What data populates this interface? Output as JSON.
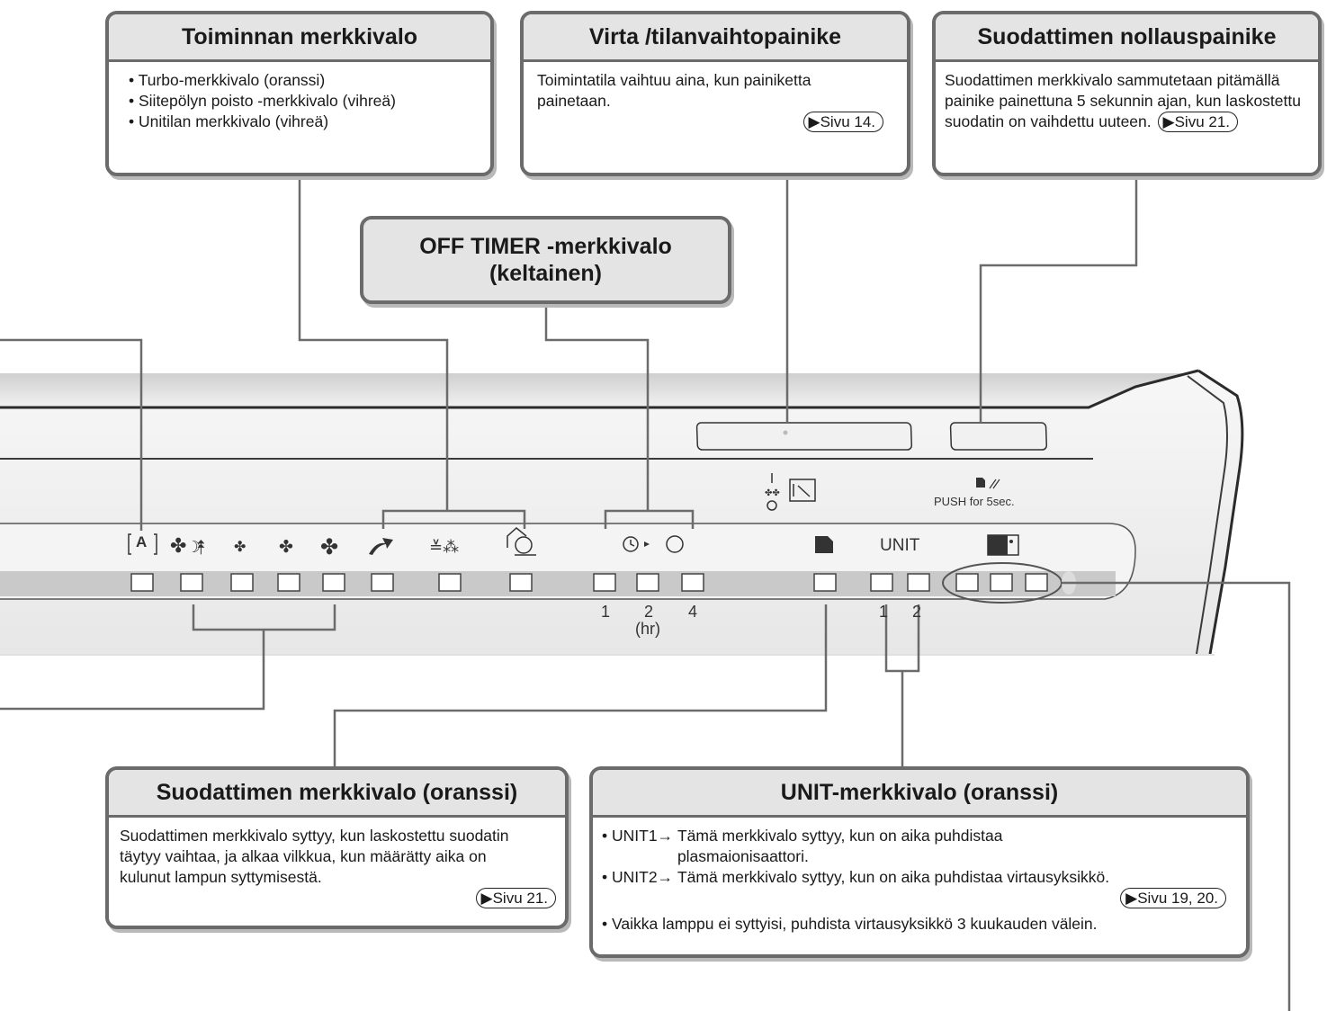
{
  "callouts": {
    "function_light": {
      "title": "Toiminnan merkkivalo",
      "items": [
        "Turbo-merkkivalo (oranssi)",
        "Siitepölyn poisto -merkkivalo (vihreä)",
        "Unitilan merkkivalo (vihreä)"
      ]
    },
    "power_button": {
      "title": "Virta /tilanvaihtopainike",
      "text": "Toimintatila vaihtuu aina, kun painiketta painetaan.",
      "ref": "▶Sivu 14."
    },
    "filter_reset": {
      "title": "Suodattimen nollauspainike",
      "text": "Suodattimen merkkivalo sammutetaan pitämällä painike painettuna 5 sekunnin ajan, kun laskostettu suodatin on vaihdettu uuteen.",
      "ref": "▶Sivu 21."
    },
    "off_timer": {
      "title_line1": "OFF TIMER -merkkivalo",
      "title_line2": "(keltainen)"
    },
    "filter_light": {
      "title": "Suodattimen merkkivalo (oranssi)",
      "text": "Suodattimen merkkivalo syttyy, kun laskostettu suodatin täytyy vaihtaa, ja alkaa vilkkua, kun määrätty aika on kulunut lampun syttymisestä.",
      "ref": "▶Sivu 21."
    },
    "unit_light": {
      "title": "UNIT-merkkivalo (oranssi)",
      "unit1_prefix": "UNIT1→",
      "unit1_text": "Tämä merkkivalo syttyy, kun on aika puhdistaa plasmaionisaattori.",
      "unit2_prefix": "UNIT2→",
      "unit2_text": "Tämä merkkivalo syttyy, kun on aika puhdistaa virtausyksikkö.",
      "ref": "▶Sivu 19, 20.",
      "note": "Vaikka lamppu ei syttyisi, puhdista virtausyksikkö 3 kuukauden välein."
    }
  },
  "panel": {
    "push_label": "PUSH for 5sec.",
    "unit_label": "UNIT",
    "auto_icon_label": "A",
    "timer_numbers": [
      "1",
      "2",
      "4"
    ],
    "timer_unit": "(hr)",
    "unit_numbers": [
      "1",
      "2"
    ]
  },
  "colors": {
    "frame_gray": "#6b6b6b",
    "header_fill": "#e4e4e4",
    "panel_strip": "#c8c8c8"
  }
}
